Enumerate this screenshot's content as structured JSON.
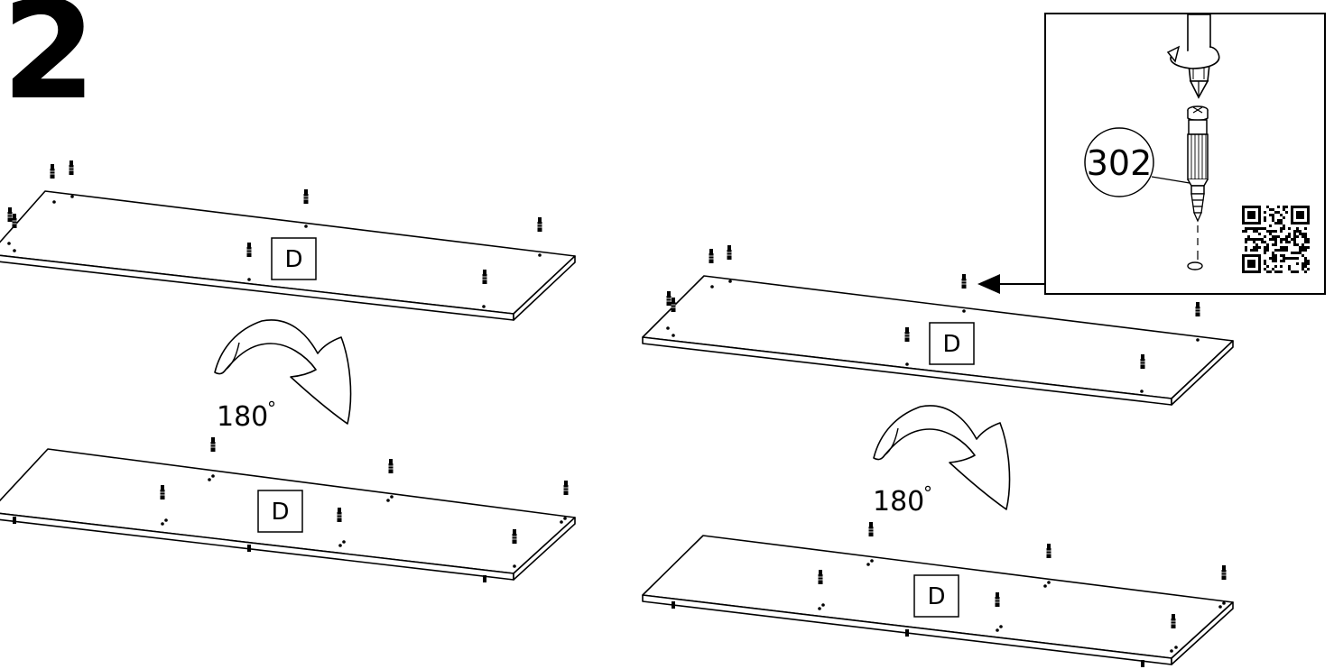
{
  "step": {
    "number": "2"
  },
  "panel_label": "D",
  "rotation_label": "180",
  "rotation_unit": "°",
  "detail": {
    "part_number": "302"
  }
}
